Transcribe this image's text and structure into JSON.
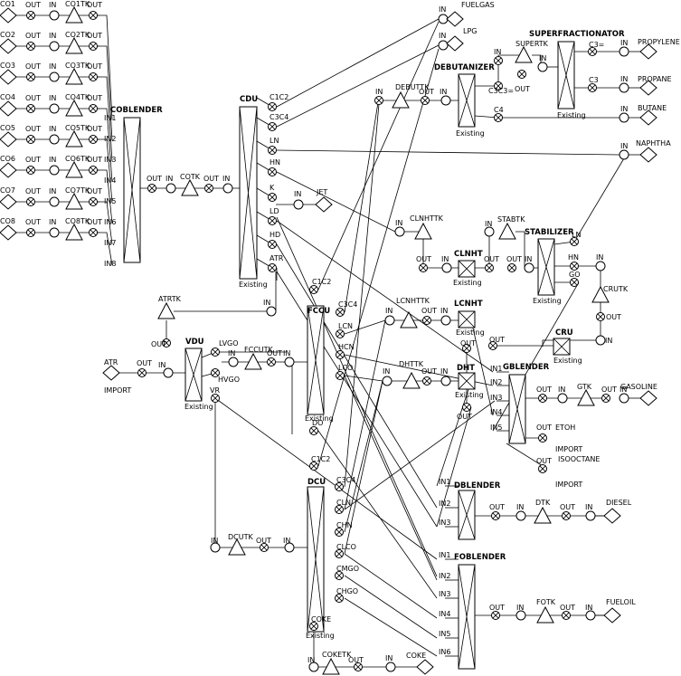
{
  "diagram": {
    "labels": [
      "FUELGAS",
      "LPG",
      "PROPYLENE",
      "PROPANE",
      "BUTANE",
      "NAPHTHA",
      "JET",
      "GASOLINE",
      "DIESEL",
      "FUELOIL",
      "COKE",
      "CO1",
      "CO2",
      "CO3",
      "CO4",
      "CO5",
      "CO6",
      "CO7",
      "CO8",
      "CO1TK",
      "CO2TK",
      "CO3TK",
      "CO4TK",
      "CO5TK",
      "CO6TK",
      "CO7TK",
      "CO8TK",
      "COTK",
      "ATRTK",
      "FCCUTK",
      "DCUTK",
      "COKETK",
      "SUPERTK",
      "DEBUTTK",
      "CLNHTTK",
      "STABTK",
      "CRUTK",
      "LCNHTTK",
      "DHTTK",
      "GTK",
      "DTK",
      "FOTK",
      "COBLENDER",
      "CDU",
      "FCCU",
      "DCU",
      "VDU",
      "DEBUTANIZER",
      "SUPERFRACTIONATOR",
      "STABILIZER",
      "CLNHT",
      "LCNHT",
      "DHT",
      "CRU",
      "GBLENDER",
      "DBLENDER",
      "FOBLENDER",
      "ETOH",
      "ISOOCTANE",
      "ATR",
      "IMPORT",
      "C1C2",
      "C3C4",
      "LN",
      "HN",
      "K",
      "LD",
      "HD",
      "ATR",
      "LVGO",
      "HVGO",
      "VR",
      "LCN",
      "HCN",
      "LCO",
      "DO",
      "CHN",
      "CLN",
      "CLCO",
      "CMGO",
      "CHGO",
      "COKE",
      "C3=",
      "C3",
      "C4",
      "C3C3=",
      "GO",
      "IN1",
      "IN2",
      "IN3",
      "IN4",
      "IN5",
      "IN6",
      "IN7",
      "IN8",
      "IN",
      "OUT",
      "Existing"
    ],
    "nodes": [
      {
        "name": "co1-source",
        "label": "CO1"
      },
      {
        "name": "co2-source",
        "label": "CO2"
      },
      {
        "name": "co3-source",
        "label": "CO3"
      },
      {
        "name": "co4-source",
        "label": "CO4"
      },
      {
        "name": "co5-source",
        "label": "CO5"
      },
      {
        "name": "co6-source",
        "label": "CO6"
      },
      {
        "name": "co7-source",
        "label": "CO7"
      },
      {
        "name": "co8-source",
        "label": "CO8"
      },
      {
        "name": "co1-tank",
        "label": "CO1TK"
      },
      {
        "name": "co2-tank",
        "label": "CO2TK"
      },
      {
        "name": "co3-tank",
        "label": "CO3TK"
      },
      {
        "name": "co4-tank",
        "label": "CO4TK"
      },
      {
        "name": "co5-tank",
        "label": "CO5TK"
      },
      {
        "name": "co6-tank",
        "label": "CO6TK"
      },
      {
        "name": "co7-tank",
        "label": "CO7TK"
      },
      {
        "name": "co8-tank",
        "label": "CO8TK"
      },
      {
        "name": "coblender-unit",
        "label": "COBLENDER"
      },
      {
        "name": "cotk-tank",
        "label": "COTK"
      },
      {
        "name": "cdu-unit",
        "label": "CDU",
        "sub": "Existing"
      },
      {
        "name": "jet-product",
        "label": "JET"
      },
      {
        "name": "atrtk-tank",
        "label": "ATRTK"
      },
      {
        "name": "atr-import",
        "label": "ATR",
        "sub": "IMPORT"
      },
      {
        "name": "vdu-unit",
        "label": "VDU",
        "sub": "Existing"
      },
      {
        "name": "fccutk-tank",
        "label": "FCCUTK"
      },
      {
        "name": "fccu-unit",
        "label": "FCCU",
        "sub": "Existing"
      },
      {
        "name": "dcutk-tank",
        "label": "DCUTK"
      },
      {
        "name": "dcu-unit",
        "label": "DCU",
        "sub": "Existing"
      },
      {
        "name": "coketk-tank",
        "label": "COKETK"
      },
      {
        "name": "coke-product",
        "label": "COKE"
      },
      {
        "name": "fuelgas-product",
        "label": "FUELGAS"
      },
      {
        "name": "lpg-product",
        "label": "LPG"
      },
      {
        "name": "debuttk-tank",
        "label": "DEBUTTK"
      },
      {
        "name": "debutanizer-unit",
        "label": "DEBUTANIZER",
        "sub": "Existing"
      },
      {
        "name": "supertk-tank",
        "label": "SUPERTK"
      },
      {
        "name": "superfractionator-unit",
        "label": "SUPERFRACTIONATOR",
        "sub": "Existing"
      },
      {
        "name": "propylene-product",
        "label": "PROPYLENE"
      },
      {
        "name": "propane-product",
        "label": "PROPANE"
      },
      {
        "name": "butane-product",
        "label": "BUTANE"
      },
      {
        "name": "naphtha-product",
        "label": "NAPHTHA"
      },
      {
        "name": "clnhttk-tank",
        "label": "CLNHTTK"
      },
      {
        "name": "clnht-unit",
        "label": "CLNHT",
        "sub": "Existing"
      },
      {
        "name": "stabtk-tank",
        "label": "STABTK"
      },
      {
        "name": "stabilizer-unit",
        "label": "STABILIZER",
        "sub": "Existing"
      },
      {
        "name": "crutk-tank",
        "label": "CRUTK"
      },
      {
        "name": "lcnhttk-tank",
        "label": "LCNHTTK"
      },
      {
        "name": "lcnht-unit",
        "label": "LCNHT",
        "sub": "Existing"
      },
      {
        "name": "dhttk-tank",
        "label": "DHTTK"
      },
      {
        "name": "dht-unit",
        "label": "DHT",
        "sub": "Existing"
      },
      {
        "name": "cru-unit",
        "label": "CRU",
        "sub": "Existing"
      },
      {
        "name": "gblender-unit",
        "label": "GBLENDER"
      },
      {
        "name": "gtk-tank",
        "label": "GTK"
      },
      {
        "name": "gasoline-product",
        "label": "GASOLINE"
      },
      {
        "name": "etoh-import",
        "label": "ETOH",
        "sub": "IMPORT"
      },
      {
        "name": "isooctane-import",
        "label": "ISOOCTANE",
        "sub": "IMPORT"
      },
      {
        "name": "dblender-unit",
        "label": "DBLENDER"
      },
      {
        "name": "dtk-tank",
        "label": "DTK"
      },
      {
        "name": "diesel-product",
        "label": "DIESEL"
      },
      {
        "name": "foblender-unit",
        "label": "FOBLENDER"
      },
      {
        "name": "fotk-tank",
        "label": "FOTK"
      },
      {
        "name": "fueloil-product",
        "label": "FUELOIL"
      }
    ]
  }
}
